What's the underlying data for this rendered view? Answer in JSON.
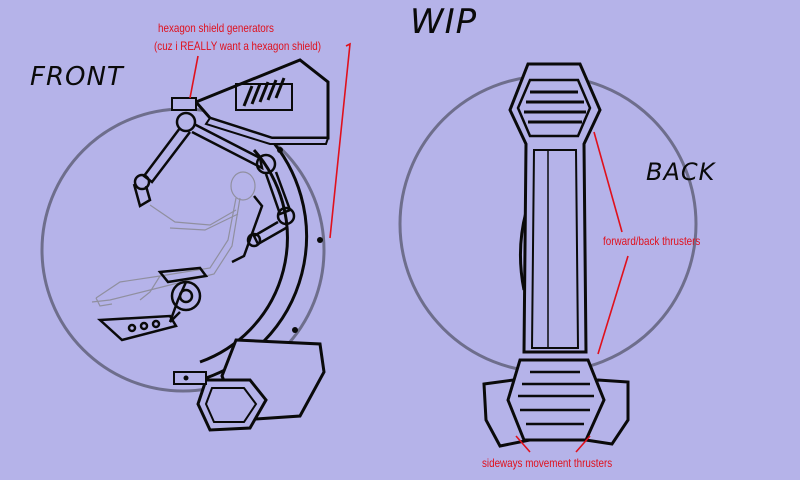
{
  "title": "WIP",
  "views": {
    "front": "FRONT",
    "back": "BACK"
  },
  "annotations": {
    "hex_generators_line1": "hexagon shield generators",
    "hex_generators_line2": "(cuz i REALLY want a hexagon shield)",
    "forward_back": "forward/back thrusters",
    "sideways": "sideways movement thrusters"
  },
  "colors": {
    "background": "#b5b3e9",
    "ink": "#0a0a0a",
    "annotation": "#e0101c",
    "circle": "#6e6e8c"
  }
}
